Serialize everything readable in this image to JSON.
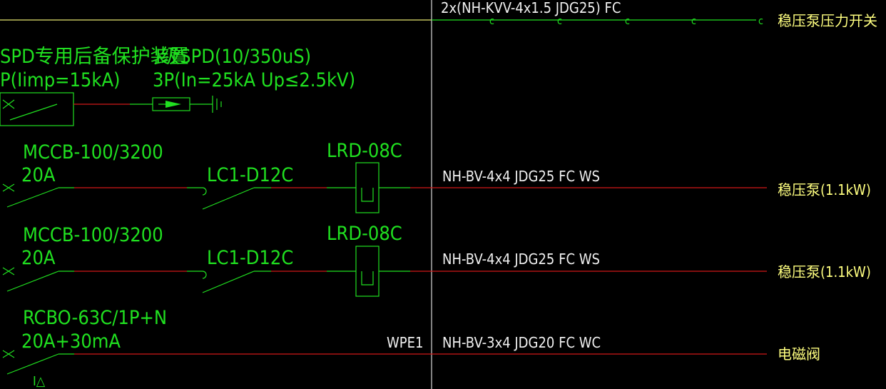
{
  "control_cable": {
    "spec": "2x(NH-KVV-4x1.5  JDG25) FC",
    "mark": "c",
    "dest": "稳压泵压力开关"
  },
  "spd": {
    "backup_label": "SPD专用后备保护装置",
    "backup_rating": "P(Iimp=15kA)",
    "spd_label": "I级SPD(10/350uS)",
    "spd_rating": "3P(In=25kA Up≤2.5kV)"
  },
  "circuits": [
    {
      "breaker": "MCCB-100/3200",
      "rating": "20A",
      "contactor": "LC1-D12C",
      "relay": "LRD-08C",
      "circuit_id": "",
      "cable": "NH-BV-4x4  JDG25 FC WS",
      "load": "稳压泵(1.1kW)"
    },
    {
      "breaker": "MCCB-100/3200",
      "rating": "20A",
      "contactor": "LC1-D12C",
      "relay": "LRD-08C",
      "circuit_id": "",
      "cable": "NH-BV-4x4  JDG25 FC WS",
      "load": "稳压泵(1.1kW)"
    },
    {
      "breaker": "RCBO-63C/1P+N",
      "rating": "20A+30mA",
      "contactor": "",
      "relay": "",
      "circuit_id": "WPE1",
      "cable": "NH-BV-3x4  JDG20 FC WC",
      "load": "电磁阀",
      "leak_symbol": "I△"
    }
  ],
  "colors": {
    "background": "#000000",
    "symbols": "#20e020",
    "wire": "#d01818",
    "cable_text": "#f0f0f0",
    "load_text": "#ffff80"
  }
}
